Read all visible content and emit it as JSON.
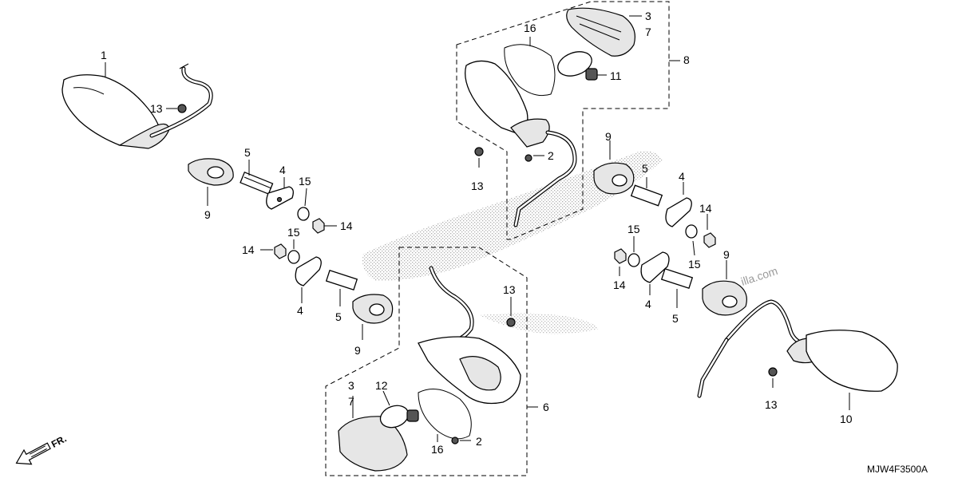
{
  "diagram_code": "MJW4F3500A",
  "direction_label": "FR.",
  "watermark": "illa.com",
  "labels": {
    "l1": "1",
    "l2a": "2",
    "l2b": "2",
    "l3a": "3",
    "l3b": "3",
    "l4a": "4",
    "l4b": "4",
    "l4c": "4",
    "l4d": "4",
    "l5a": "5",
    "l5b": "5",
    "l5c": "5",
    "l5d": "5",
    "l6": "6",
    "l7a": "7",
    "l7b": "7",
    "l8": "8",
    "l9a": "9",
    "l9b": "9",
    "l9c": "9",
    "l9d": "9",
    "l10": "10",
    "l11": "11",
    "l12": "12",
    "l13a": "13",
    "l13b": "13",
    "l13c": "13",
    "l13d": "13",
    "l14a": "14",
    "l14b": "14",
    "l14c": "14",
    "l14d": "14",
    "l15a": "15",
    "l15b": "15",
    "l15c": "15",
    "l15d": "15",
    "l16a": "16",
    "l16b": "16"
  }
}
